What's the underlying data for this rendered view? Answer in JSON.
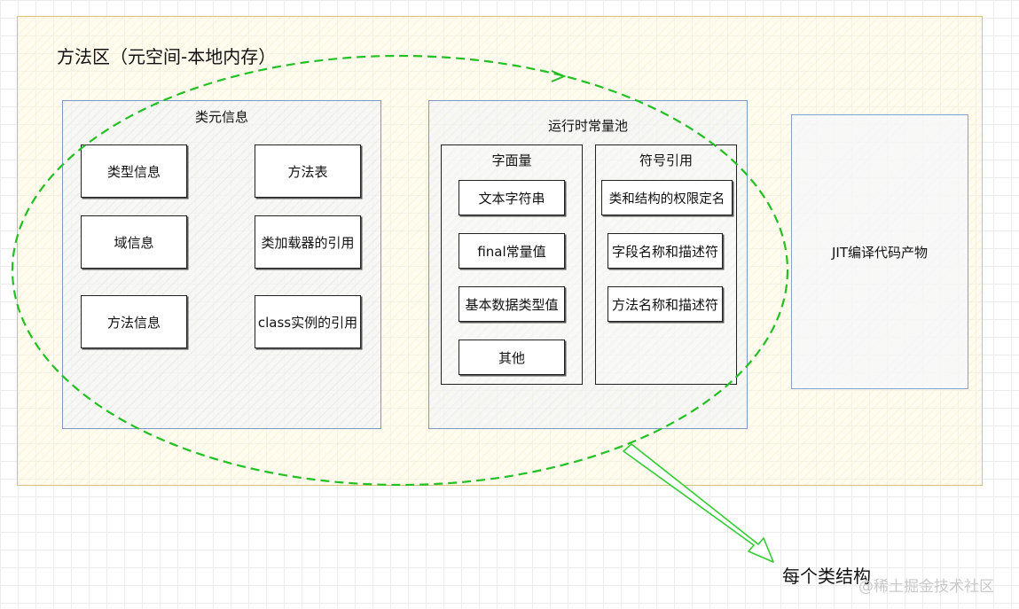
{
  "method_area": {
    "title": "方法区（元空间-本地内存）"
  },
  "class_meta": {
    "title": "类元信息",
    "items": [
      "类型信息",
      "方法表",
      "域信息",
      "类加载器的引用",
      "方法信息",
      "class实例的引用"
    ]
  },
  "runtime_pool": {
    "title": "运行时常量池",
    "literals": {
      "title": "字面量",
      "items": [
        "文本字符串",
        "final常量值",
        "基本数据类型值",
        "其他"
      ]
    },
    "symbol_refs": {
      "title": "符号引用",
      "items": [
        "类和结构的权限定名",
        "字段名称和描述符",
        "方法名称和描述符"
      ]
    }
  },
  "jit": {
    "label": "JIT编译代码产物"
  },
  "annotation": {
    "label": "每个类结构"
  },
  "watermark": {
    "text": "@稀土掘金技术社区"
  },
  "colors": {
    "method_area_border": "#d9c27a",
    "region_border": "#7f97c6",
    "dashed_ellipse": "#22c022",
    "arrow": "#33cc33"
  }
}
